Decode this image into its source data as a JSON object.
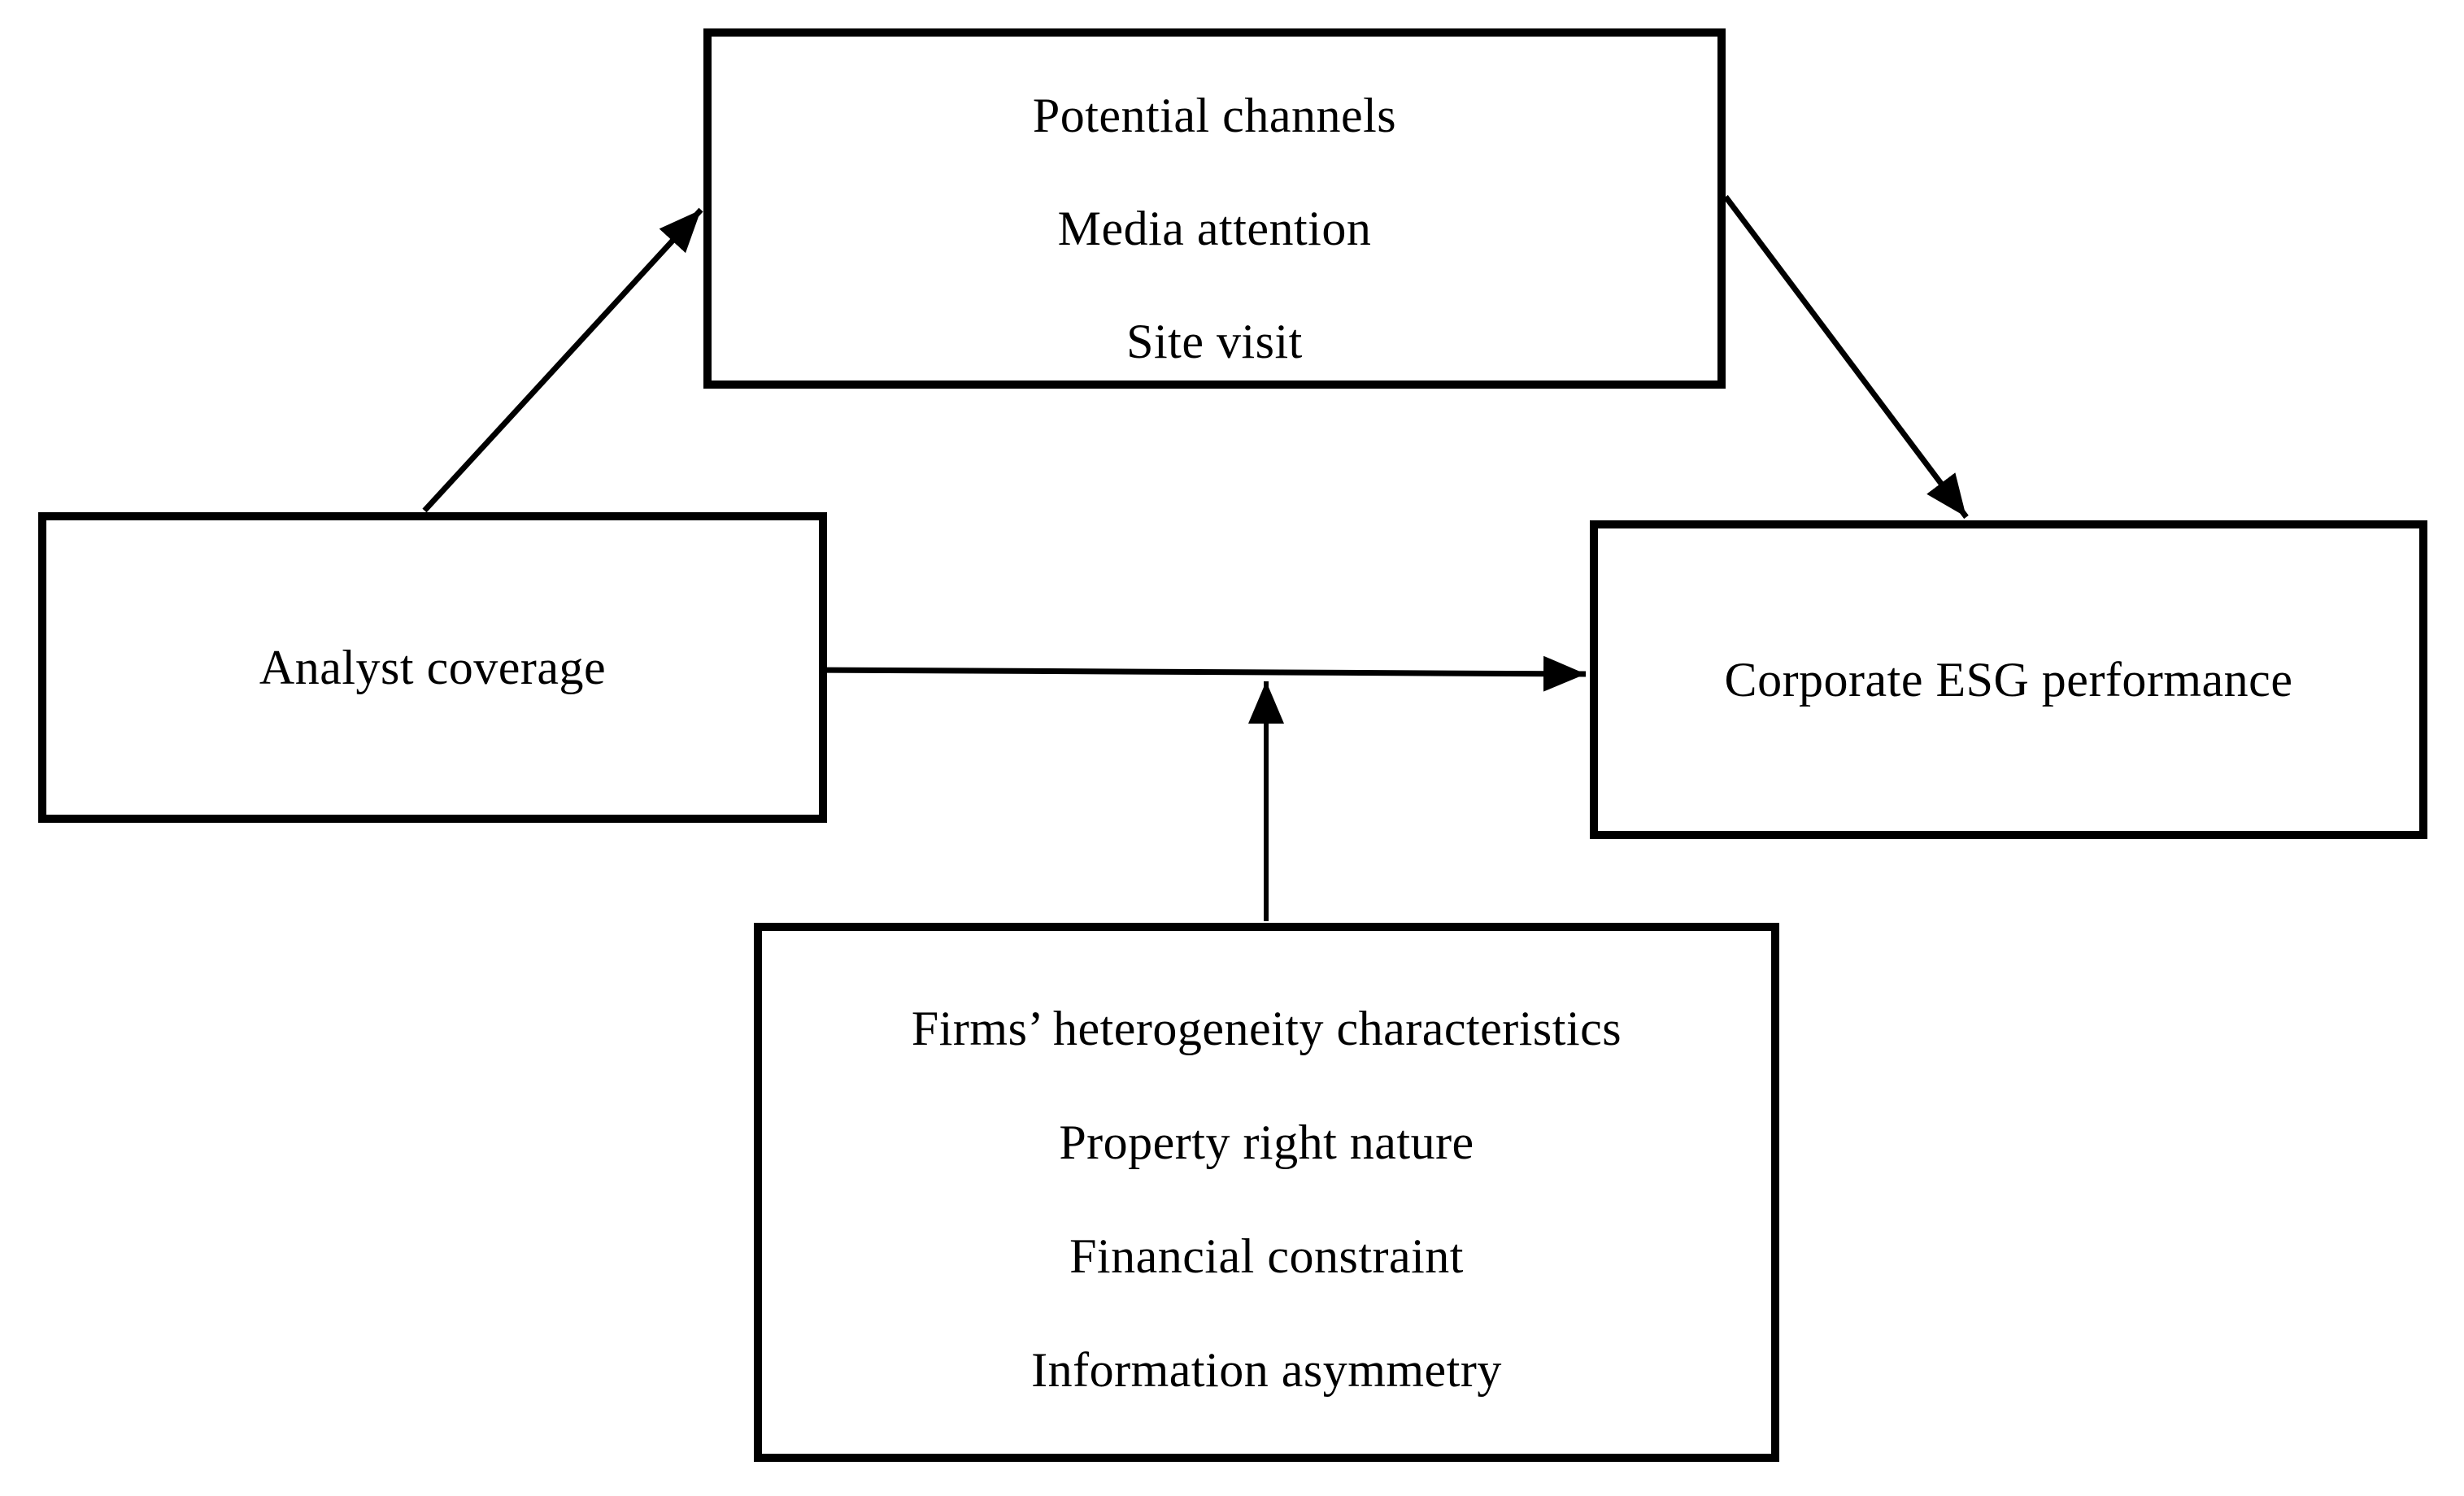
{
  "figure": {
    "background_color": "#ffffff",
    "line_color": "#000000",
    "text_color": "#000000"
  },
  "nodes": {
    "channels": {
      "id": "potential-channels",
      "lines": [
        "Potential channels",
        "Media attention",
        "Site visit"
      ]
    },
    "analyst": {
      "id": "analyst-coverage",
      "label": "Analyst coverage"
    },
    "esg": {
      "id": "corporate-esg-performance",
      "label": "Corporate ESG performance"
    },
    "firms": {
      "id": "firms-heterogeneity-characteristics",
      "lines": [
        "Firms’ heterogeneity characteristics",
        "Property right nature",
        "Financial constraint",
        "Information asymmetry"
      ]
    }
  },
  "edges": [
    {
      "from": "analyst-coverage",
      "to": "potential-channels",
      "style": "arrow"
    },
    {
      "from": "potential-channels",
      "to": "corporate-esg-performance",
      "style": "arrow"
    },
    {
      "from": "analyst-coverage",
      "to": "corporate-esg-performance",
      "style": "arrow"
    },
    {
      "from": "firms-heterogeneity-characteristics",
      "to": "analyst-esg-arrow",
      "style": "moderation-arrow"
    }
  ]
}
